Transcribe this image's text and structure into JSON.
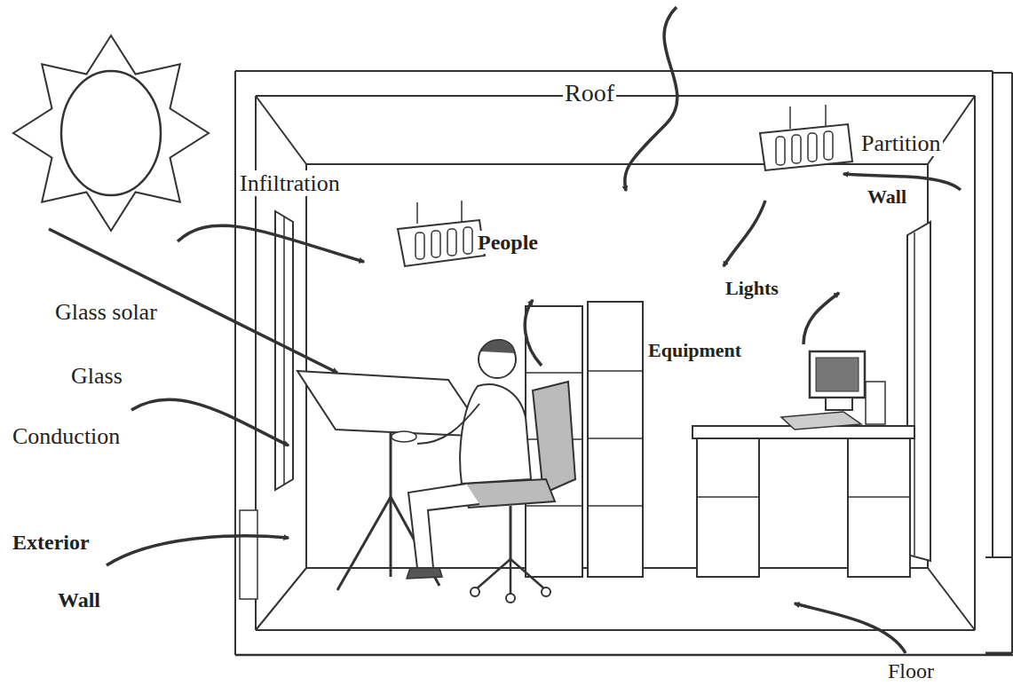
{
  "diagram": {
    "labels": [
      "Roof",
      "Partition",
      "Wall",
      "Infiltration",
      "People",
      "Lights",
      "Glass solar",
      "Equipment",
      "Glass",
      "Conduction",
      "Exterior",
      "Wall",
      "Floor"
    ]
  }
}
